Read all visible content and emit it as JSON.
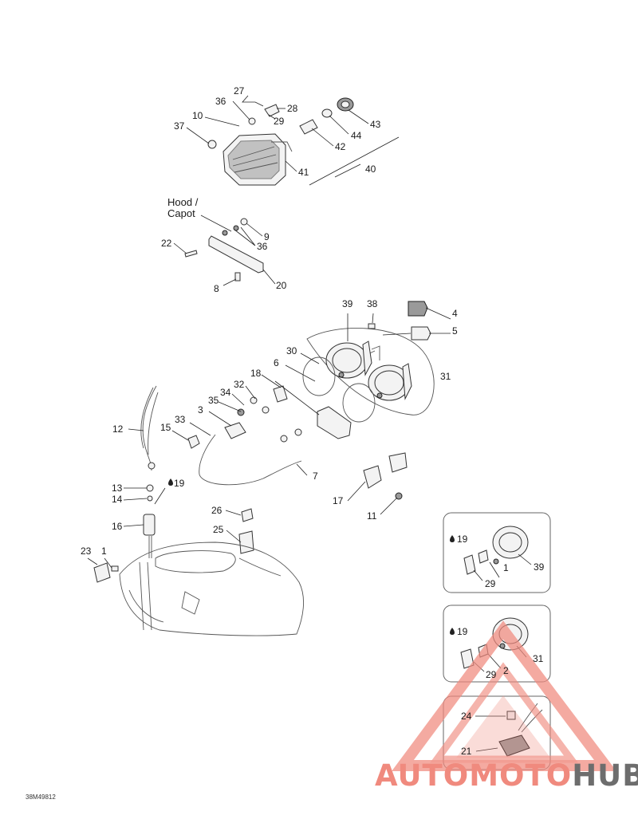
{
  "diagram": {
    "labels": [
      "27",
      "36",
      "28",
      "10",
      "29",
      "37",
      "43",
      "44",
      "42",
      "41",
      "40",
      "9",
      "36",
      "22",
      "8",
      "20",
      "39",
      "38",
      "4",
      "5",
      "30",
      "6",
      "31",
      "18",
      "32",
      "34",
      "35",
      "3",
      "33",
      "15",
      "12",
      "7",
      "17",
      "11",
      "13",
      "19",
      "14",
      "16",
      "26",
      "25",
      "23",
      "1",
      "19",
      "39",
      "1",
      "29",
      "19",
      "2",
      "31",
      "29",
      "24",
      "21"
    ],
    "hood_label_line1": "Hood /",
    "hood_label_line2": "Capot",
    "drawing_code": "38M49812"
  },
  "watermark": {
    "part1": "AUTOMOTO",
    "part2": "HUB",
    "color_primary": "#f08a7e",
    "color_secondary": "#6d6d6d"
  }
}
